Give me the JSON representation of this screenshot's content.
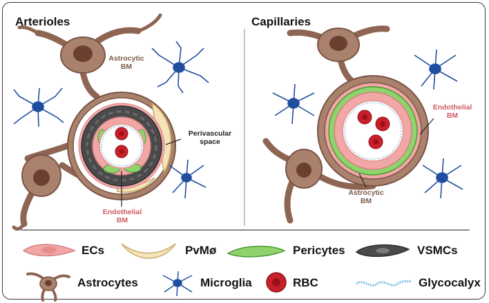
{
  "panels": {
    "left_title": "Arterioles",
    "right_title": "Capillaries"
  },
  "labels": {
    "astro_bm_left": [
      "Astrocytic",
      "BM"
    ],
    "perivascular": [
      "Perivascular",
      "space"
    ],
    "endo_bm_left": [
      "Endothelial",
      "BM"
    ],
    "endo_bm_right": [
      "Endothelial",
      "BM"
    ],
    "astro_bm_right": [
      "Astrocytic",
      "BM"
    ]
  },
  "legend": {
    "row1": [
      "ECs",
      "PvMø",
      "Pericytes",
      "VSMCs"
    ],
    "row2": [
      "Astrocytes",
      "Microglia",
      "RBC",
      "Glycocalyx"
    ]
  },
  "colors": {
    "astrocyte": "#a9816d",
    "astrocyte_dark": "#7a5444",
    "microglia": "#1f4e9e",
    "ec": "#f2a7a7",
    "pericyte": "#8fd36d",
    "vsmc": "#4a4a4a",
    "rbc": "#c8202b",
    "pvm": "#f5e4b8",
    "astro_bm_text": "#7b5a4a",
    "endo_bm_text": "#cf5a66"
  }
}
